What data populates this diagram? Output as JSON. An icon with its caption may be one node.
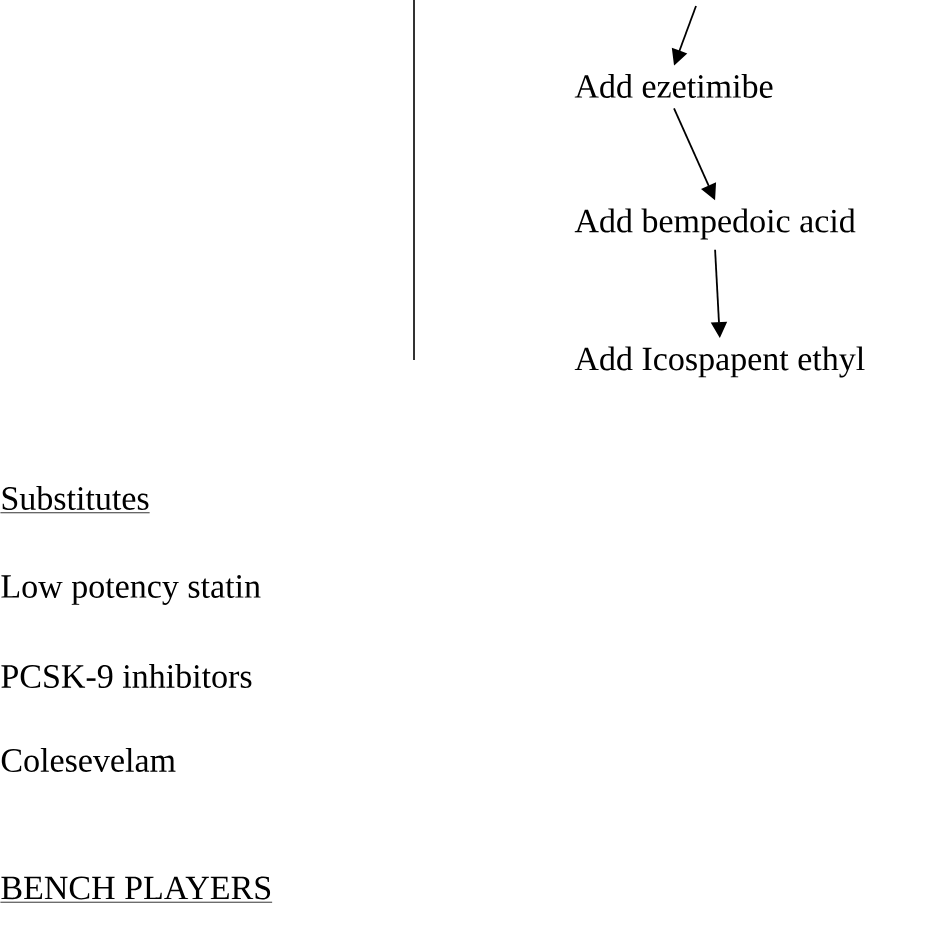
{
  "diagram": {
    "nodes": [
      {
        "text": [
          "Add ezetimibe"
        ]
      },
      {
        "text": [
          "Add bempedoic acid"
        ]
      },
      {
        "text": [
          "Add Icospapent ethyl"
        ]
      }
    ],
    "edges": [
      {
        "from": null,
        "to": 0,
        "arrow": "to"
      },
      {
        "from": 0,
        "to": 1,
        "arrow": "to"
      },
      {
        "from": 1,
        "to": 2,
        "arrow": "to"
      }
    ],
    "labels": [
      "Substitutes",
      "Low potency statin",
      "PCSK-9 inhibitors",
      "Colesevelam",
      "BENCH PLAYERS"
    ]
  }
}
